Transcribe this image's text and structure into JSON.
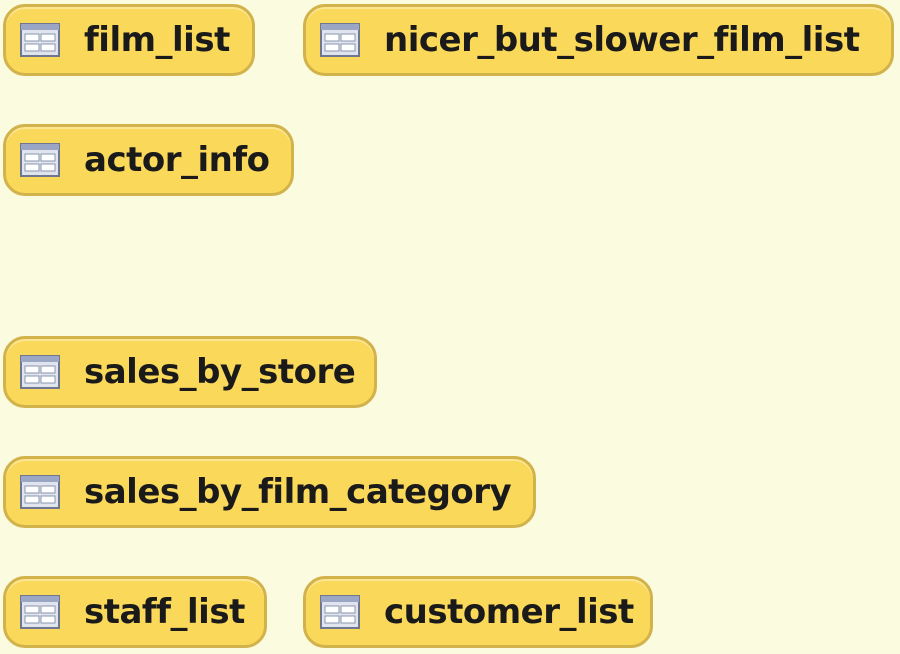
{
  "views": [
    {
      "id": "film_list",
      "label": "film_list",
      "icon": "view-icon"
    },
    {
      "id": "nicer_but_slower_film_list",
      "label": "nicer_but_slower_film_list",
      "icon": "view-icon"
    },
    {
      "id": "actor_info",
      "label": "actor_info",
      "icon": "view-icon"
    },
    {
      "id": "sales_by_store",
      "label": "sales_by_store",
      "icon": "view-icon"
    },
    {
      "id": "sales_by_film_category",
      "label": "sales_by_film_category",
      "icon": "view-icon"
    },
    {
      "id": "staff_list",
      "label": "staff_list",
      "icon": "view-icon"
    },
    {
      "id": "customer_list",
      "label": "customer_list",
      "icon": "view-icon"
    }
  ],
  "colors": {
    "background": "#fbfbe0",
    "node_fill": "#fad85a",
    "node_border": "#d2b24a",
    "text": "#1a1a1a"
  }
}
